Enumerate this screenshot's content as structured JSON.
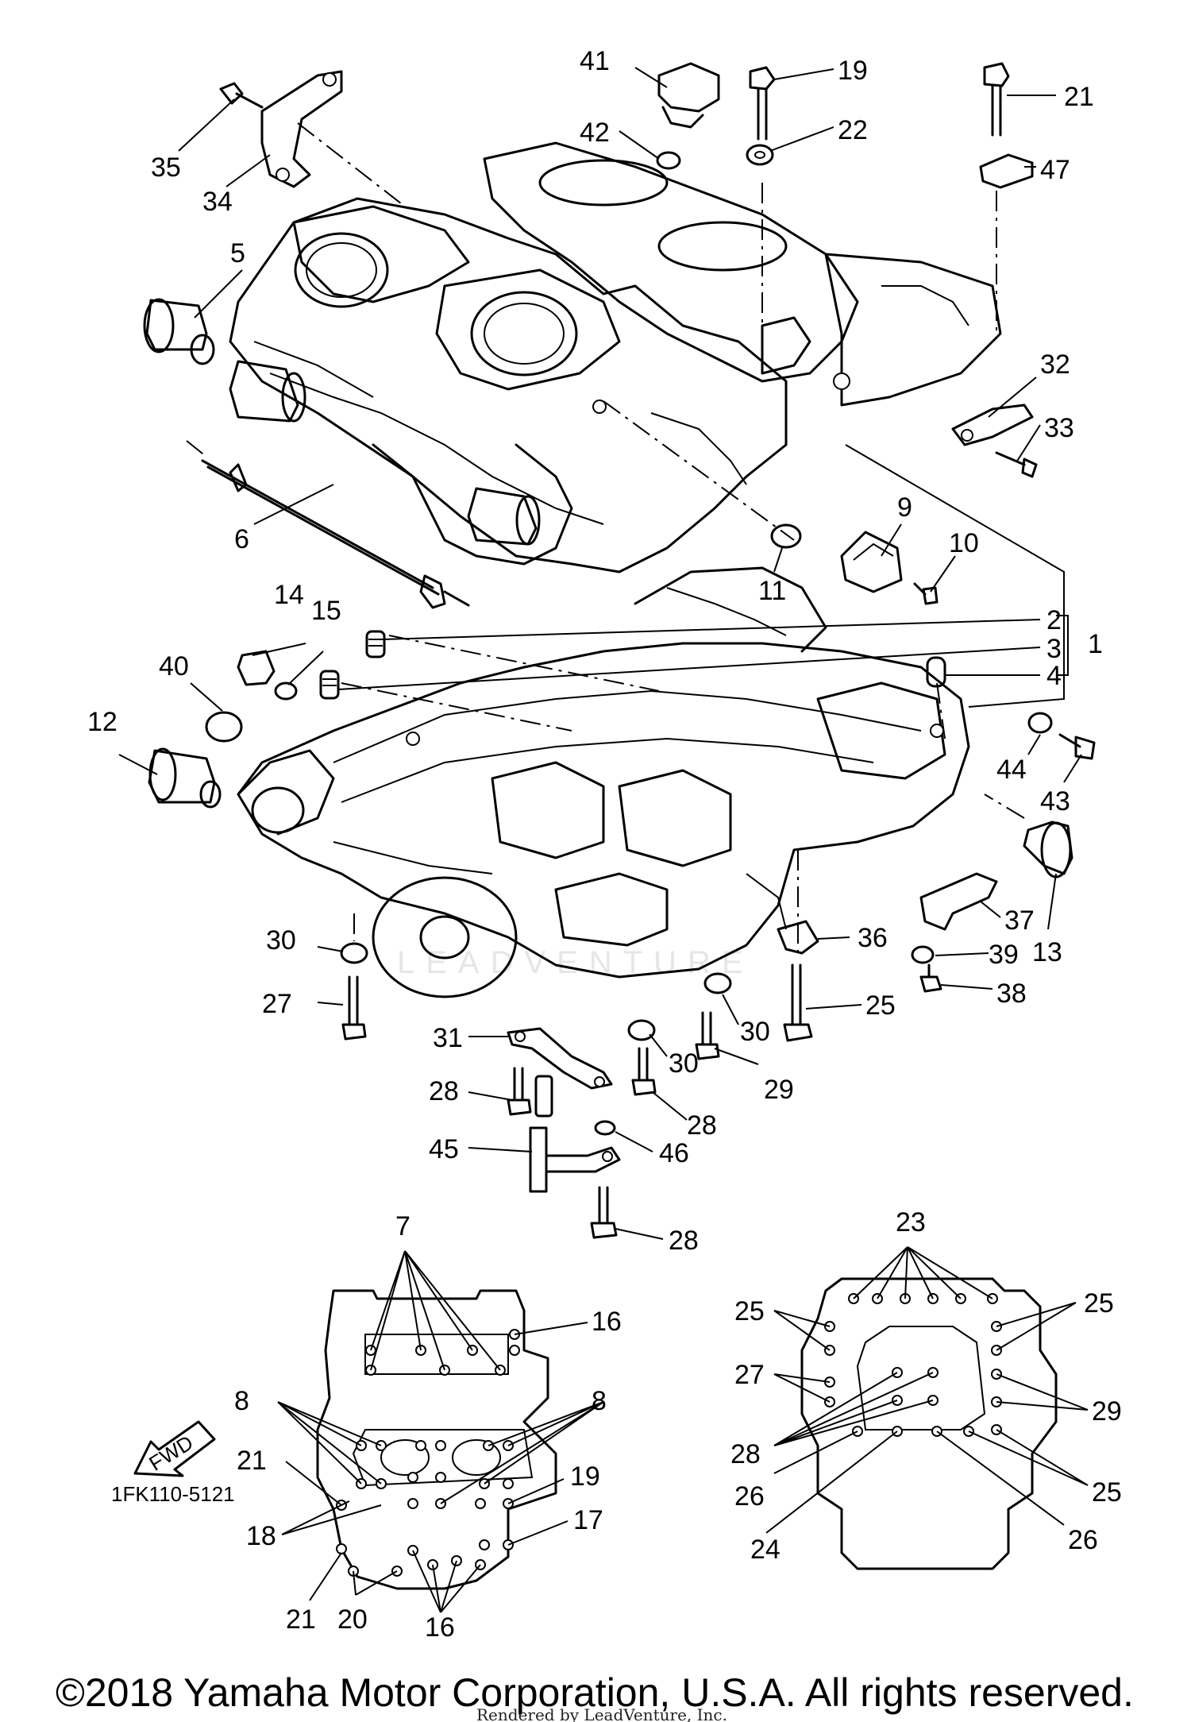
{
  "callouts": [
    "1",
    "2",
    "3",
    "4",
    "5",
    "6",
    "7",
    "8",
    "9",
    "10",
    "11",
    "12",
    "13",
    "14",
    "15",
    "16",
    "17",
    "18",
    "19",
    "20",
    "21",
    "22",
    "23",
    "24",
    "25",
    "26",
    "27",
    "28",
    "29",
    "30",
    "31",
    "32",
    "33",
    "34",
    "35",
    "36",
    "37",
    "38",
    "39",
    "40",
    "41",
    "42",
    "43",
    "44",
    "45",
    "46",
    "47"
  ],
  "direction_marker": "FWD",
  "diagram_code": "1FK110-5121",
  "watermark": "LEADVENTURE",
  "copyright": "©2018 Yamaha Motor Corporation, U.S.A. All rights reserved.",
  "credit": "Rendered by LeadVenture, Inc."
}
